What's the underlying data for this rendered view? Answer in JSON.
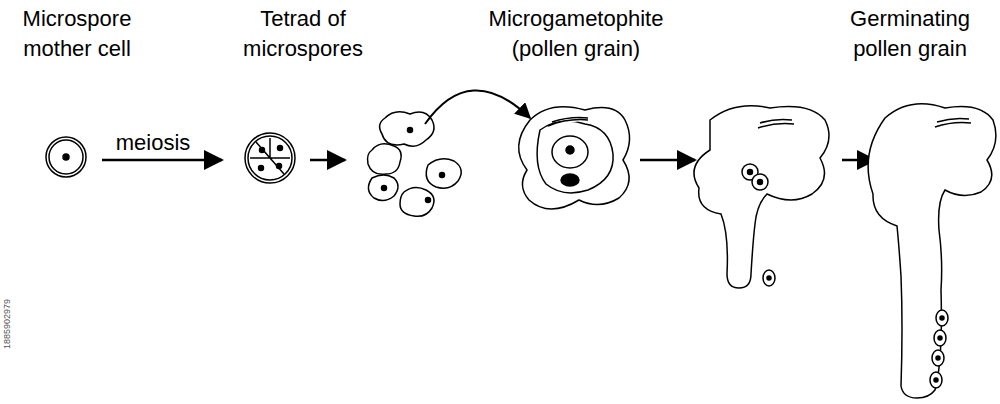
{
  "diagram": {
    "labels": [
      "Microspore mother cell",
      "Tetrad of microspores",
      "Microgametophite (pollen grain)",
      "Germinating pollen grain",
      "meiosis",
      "1885902979"
    ]
  }
}
